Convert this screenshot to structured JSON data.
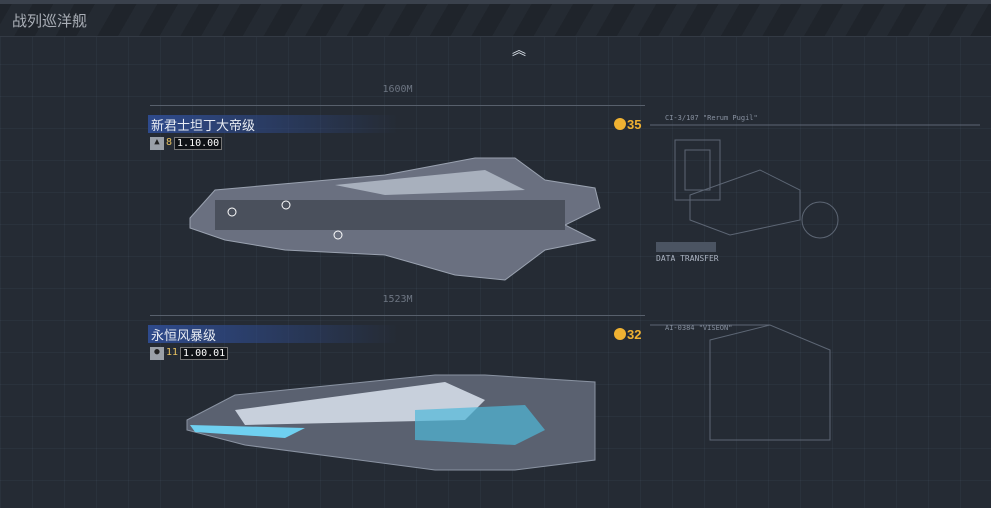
{
  "header": {
    "title": "战列巡洋舰"
  },
  "ships": [
    {
      "name": "新君士坦丁大帝级",
      "count": "8",
      "stats": "1.10.00",
      "cost": "35",
      "length": "1600M",
      "spec": "CI-3/107 \"Rerum Pugil\"",
      "icon": "ship-class-icon"
    },
    {
      "name": "永恒风暴级",
      "count": "11",
      "stats": "1.00.01",
      "cost": "32",
      "length": "1523M",
      "spec": "AI-0384 \"VISEON\"",
      "icon": "helmet-icon"
    }
  ],
  "blueprint": {
    "data_transfer": "DATA TRANSFER"
  },
  "colors": {
    "accent": "#f0b232",
    "label_bg": "#2e4a8c"
  }
}
